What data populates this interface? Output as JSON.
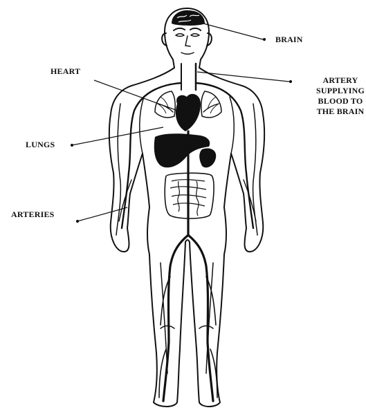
{
  "labels": {
    "brain": "BRAIN",
    "heart": "HEART",
    "artery": [
      "ARTERY",
      "SUPPLYING",
      "BLOOD TO",
      "THE BRAIN"
    ],
    "lungs": "LUNGS",
    "arteries": "ARTERIES"
  },
  "colors": {
    "ink": "#111111",
    "organ_fill": "#111111",
    "background": "#ffffff"
  }
}
